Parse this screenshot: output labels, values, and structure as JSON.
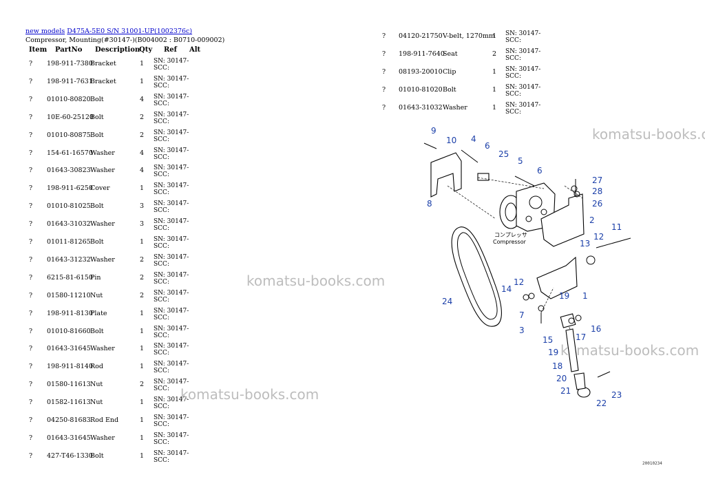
{
  "breadcrumb": {
    "link1": "new models",
    "link2": "D475A-5E0 S/N 31001-UP(1002376c)"
  },
  "subtitle": "Compressor, Mounting(#30147-)(B004002 : B0710-009002)",
  "columns": {
    "item": "Item",
    "partno": "PartNo",
    "description": "Description",
    "qty": "Qty",
    "ref": "Ref",
    "alt": "Alt"
  },
  "parts_left": [
    {
      "item": "?",
      "partno": "198-911-7380",
      "desc": "Bracket",
      "qty": "1",
      "ref": "SN: 30147-SCC:"
    },
    {
      "item": "?",
      "partno": "198-911-7631",
      "desc": "Bracket",
      "qty": "1",
      "ref": "SN: 30147-SCC:"
    },
    {
      "item": "?",
      "partno": "01010-80820",
      "desc": "Bolt",
      "qty": "4",
      "ref": "SN: 30147-SCC:"
    },
    {
      "item": "?",
      "partno": "10E-60-25120",
      "desc": "Bolt",
      "qty": "2",
      "ref": "SN: 30147-SCC:"
    },
    {
      "item": "?",
      "partno": "01010-80875",
      "desc": "Bolt",
      "qty": "2",
      "ref": "SN: 30147-SCC:"
    },
    {
      "item": "?",
      "partno": "154-61-16570",
      "desc": "Washer",
      "qty": "4",
      "ref": "SN: 30147-SCC:"
    },
    {
      "item": "?",
      "partno": "01643-30823",
      "desc": "Washer",
      "qty": "4",
      "ref": "SN: 30147-SCC:"
    },
    {
      "item": "?",
      "partno": "198-911-6250",
      "desc": "Cover",
      "qty": "1",
      "ref": "SN: 30147-SCC:"
    },
    {
      "item": "?",
      "partno": "01010-81025",
      "desc": "Bolt",
      "qty": "3",
      "ref": "SN: 30147-SCC:"
    },
    {
      "item": "?",
      "partno": "01643-31032",
      "desc": "Washer",
      "qty": "3",
      "ref": "SN: 30147-SCC:"
    },
    {
      "item": "?",
      "partno": "01011-81265",
      "desc": "Bolt",
      "qty": "1",
      "ref": "SN: 30147-SCC:"
    },
    {
      "item": "?",
      "partno": "01643-31232",
      "desc": "Washer",
      "qty": "2",
      "ref": "SN: 30147-SCC:"
    },
    {
      "item": "?",
      "partno": "6215-81-6150",
      "desc": "Pin",
      "qty": "2",
      "ref": "SN: 30147-SCC:"
    },
    {
      "item": "?",
      "partno": "01580-11210",
      "desc": "Nut",
      "qty": "2",
      "ref": "SN: 30147-SCC:"
    },
    {
      "item": "?",
      "partno": "198-911-8130",
      "desc": "Plate",
      "qty": "1",
      "ref": "SN: 30147-SCC:"
    },
    {
      "item": "?",
      "partno": "01010-81660",
      "desc": "Bolt",
      "qty": "1",
      "ref": "SN: 30147-SCC:"
    },
    {
      "item": "?",
      "partno": "01643-31645",
      "desc": "Washer",
      "qty": "1",
      "ref": "SN: 30147-SCC:"
    },
    {
      "item": "?",
      "partno": "198-911-8140",
      "desc": "Rod",
      "qty": "1",
      "ref": "SN: 30147-SCC:"
    },
    {
      "item": "?",
      "partno": "01580-11613",
      "desc": "Nut",
      "qty": "2",
      "ref": "SN: 30147-SCC:"
    },
    {
      "item": "?",
      "partno": "01582-11613",
      "desc": "Nut",
      "qty": "1",
      "ref": "SN: 30147-SCC:"
    },
    {
      "item": "?",
      "partno": "04250-81683",
      "desc": "Rod End",
      "qty": "1",
      "ref": "SN: 30147-SCC:"
    },
    {
      "item": "?",
      "partno": "01643-31645",
      "desc": "Washer",
      "qty": "1",
      "ref": "SN: 30147-SCC:"
    },
    {
      "item": "?",
      "partno": "427-T46-1330",
      "desc": "Bolt",
      "qty": "1",
      "ref": "SN: 30147-SCC:"
    }
  ],
  "parts_right": [
    {
      "item": "?",
      "partno": "04120-21750",
      "desc": "V-belt, 1270mm",
      "qty": "1",
      "ref": "SN: 30147-SCC:"
    },
    {
      "item": "?",
      "partno": "198-911-7640",
      "desc": "Seat",
      "qty": "2",
      "ref": "SN: 30147-SCC:"
    },
    {
      "item": "?",
      "partno": "08193-20010",
      "desc": "Clip",
      "qty": "1",
      "ref": "SN: 30147-SCC:"
    },
    {
      "item": "?",
      "partno": "01010-81020",
      "desc": "Bolt",
      "qty": "1",
      "ref": "SN: 30147-SCC:"
    },
    {
      "item": "?",
      "partno": "01643-31032",
      "desc": "Washer",
      "qty": "1",
      "ref": "SN: 30147-SCC:"
    }
  ],
  "watermarks": [
    "komatsu-books.com",
    "komatsu-books.com",
    "komatsu-books.com",
    "komatsu-books.com"
  ],
  "diagram": {
    "compressor_label_jp": "コンプレッサ",
    "compressor_label": "Compressor",
    "callouts": [
      "9",
      "10",
      "4",
      "6",
      "25",
      "5",
      "6",
      "27",
      "28",
      "26",
      "8",
      "2",
      "11",
      "12",
      "13",
      "12",
      "14",
      "24",
      "19",
      "1",
      "7",
      "16",
      "3",
      "15",
      "17",
      "19",
      "18",
      "20",
      "21",
      "22",
      "23"
    ],
    "drawing_code": "20010234"
  }
}
